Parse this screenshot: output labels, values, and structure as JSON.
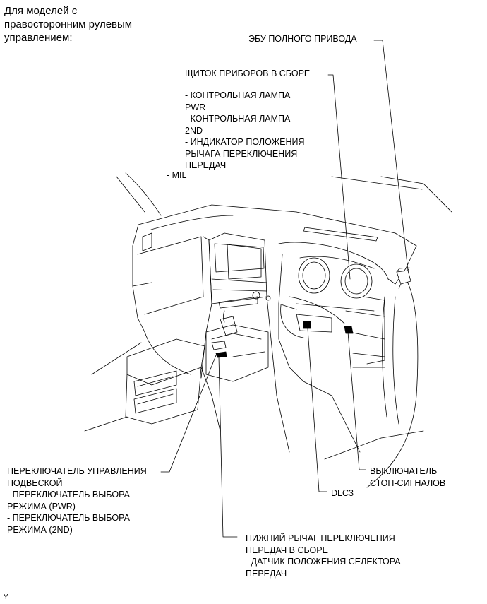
{
  "header": {
    "title": "Для моделей с\nправосторонним рулевым\nуправлением:"
  },
  "labels": {
    "ecu_4wd": "ЭБУ ПОЛНОГО ПРИВОДА",
    "combination_meter": "ЩИТОК ПРИБОРОВ В СБОРЕ",
    "meter_items": "- КОНТРОЛЬНАЯ ЛАМПА\nPWR\n- КОНТРОЛЬНАЯ ЛАМПА\n2ND\n- ИНДИКАТОР ПОЛОЖЕНИЯ\nРЫЧАГА ПЕРЕКЛЮЧЕНИЯ\nПЕРЕДАЧ",
    "mil": "- MIL",
    "suspension_switch": "ПЕРЕКЛЮЧАТЕЛЬ УПРАВЛЕНИЯ\nПОДВЕСКОЙ\n- ПЕРЕКЛЮЧАТЕЛЬ ВЫБОРА\nРЕЖИМА (PWR)\n- ПЕРЕКЛЮЧАТЕЛЬ ВЫБОРА\nРЕЖИМА (2ND)",
    "dlc3": "DLC3",
    "stop_light_switch": "ВЫКЛЮЧАТЕЛЬ\nСТОП-СИГНАЛОВ",
    "shift_lever": "НИЖНИЙ РЫЧАГ ПЕРЕКЛЮЧЕНИЯ\nПЕРЕДАЧ В СБОРЕ\n- ДАТЧИК ПОЛОЖЕНИЯ СЕЛЕКТОРА\nПЕРЕДАЧ"
  },
  "footer": {
    "code": "Y"
  }
}
